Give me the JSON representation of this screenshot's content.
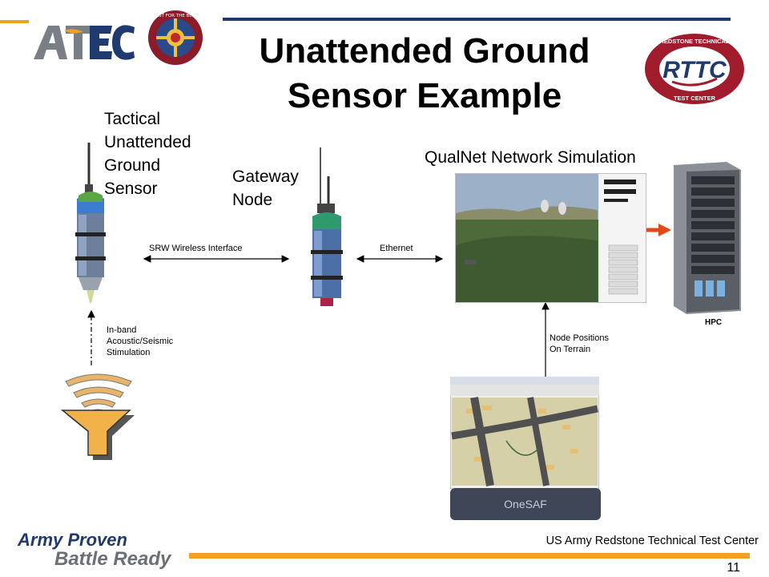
{
  "slide": {
    "title": "Unattended Ground Sensor Example",
    "title_line1": "Unattended Ground",
    "title_line2": "Sensor Example",
    "page_number": "11",
    "footer_org": "US Army Redstone Technical Test Center",
    "footer_tagline": [
      "Army Proven",
      "Battle Ready"
    ],
    "accent_colors": {
      "navy": "#1f3a6e",
      "orange": "#f0a022",
      "maroon": "#a01c2c"
    }
  },
  "logos": {
    "atec": "ATEC",
    "seal_text": "TEST FOR THE BEST",
    "rttc_ring": "REDSTONE TECHNICAL TEST CENTER",
    "rttc_center": "RTTC"
  },
  "labels": {
    "tugs": [
      "Tactical",
      "Unattended",
      "Ground",
      "Sensor"
    ],
    "gateway": [
      "Gateway",
      "Node"
    ],
    "qualnet": "QualNet Network Simulation",
    "srw": "SRW Wireless Interface",
    "ethernet": "Ethernet",
    "inband": [
      "In-band",
      "Acoustic/Seismic",
      "Stimulation"
    ],
    "node_positions": [
      "Node Positions",
      "On Terrain"
    ],
    "hpc": "HPC",
    "onesaf": "OneSAF"
  },
  "icons": [
    "sensor-device",
    "gateway-device",
    "acoustic-source-icon",
    "server-rack",
    "red-arrow-icon"
  ]
}
